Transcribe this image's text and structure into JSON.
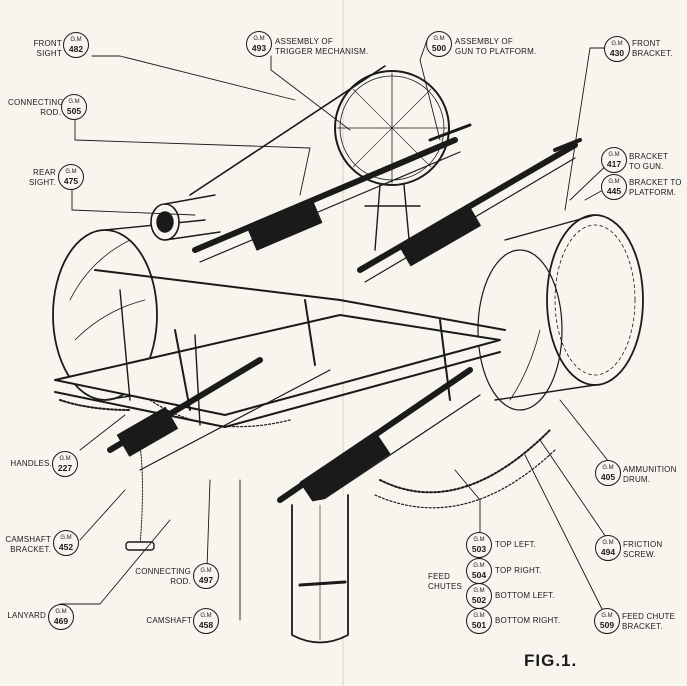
{
  "figure_label": "FIG.1.",
  "callouts": [
    {
      "id": "front-sight-gm",
      "label_lines": [
        "FRONT",
        "SIGHT"
      ],
      "gm": "G.M",
      "num": "482"
    },
    {
      "id": "trigger-mechanism-gm",
      "label_lines": [
        "ASSEMBLY OF",
        "TRIGGER MECHANISM."
      ],
      "gm": "G.M",
      "num": "493"
    },
    {
      "id": "gun-to-platform-gm",
      "label_lines": [
        "ASSEMBLY OF",
        "GUN TO PLATFORM."
      ],
      "gm": "G.M",
      "num": "500"
    },
    {
      "id": "front-bracket-gm",
      "label_lines": [
        "FRONT",
        "BRACKET."
      ],
      "gm": "G.M",
      "num": "430"
    },
    {
      "id": "connecting-rod-top-gm",
      "label_lines": [
        "CONNECTING",
        "ROD."
      ],
      "gm": "G.M",
      "num": "505"
    },
    {
      "id": "rear-sight-gm",
      "label_lines": [
        "REAR",
        "SIGHT."
      ],
      "gm": "G.M",
      "num": "475"
    },
    {
      "id": "bracket-to-gun-gm",
      "label_lines": [
        "BRACKET",
        "TO GUN."
      ],
      "gm": "G.M",
      "num": "417"
    },
    {
      "id": "bracket-to-platform-gm",
      "label_lines": [
        "BRACKET TO",
        "PLATFORM."
      ],
      "gm": "G.M",
      "num": "445"
    },
    {
      "id": "handles-gm",
      "label_lines": [
        "HANDLES."
      ],
      "gm": "G.M",
      "num": "227"
    },
    {
      "id": "ammunition-drum-gm",
      "label_lines": [
        "AMMUNITION",
        "DRUM."
      ],
      "gm": "G.M",
      "num": "405"
    },
    {
      "id": "camshaft-bracket-gm",
      "label_lines": [
        "CAMSHAFT",
        "BRACKET."
      ],
      "gm": "G.M",
      "num": "452"
    },
    {
      "id": "friction-screw-gm",
      "label_lines": [
        "FRICTION",
        "SCREW."
      ],
      "gm": "G.M",
      "num": "494"
    },
    {
      "id": "connecting-rod-bottom-gm",
      "label_lines": [
        "CONNECTING",
        "ROD."
      ],
      "gm": "G.M",
      "num": "497"
    },
    {
      "id": "lanyard-gm",
      "label_lines": [
        "LANYARD"
      ],
      "gm": "G.M",
      "num": "469"
    },
    {
      "id": "camshaft-gm",
      "label_lines": [
        "CAMSHAFT"
      ],
      "gm": "G.M",
      "num": "458"
    },
    {
      "id": "feed-chute-bracket-gm",
      "label_lines": [
        "FEED CHUTE",
        "BRACKET."
      ],
      "gm": "G.M",
      "num": "509"
    }
  ],
  "feed_chutes": {
    "group_label_lines": [
      "FEED",
      "CHUTES"
    ],
    "items": [
      {
        "gm": "G.M",
        "num": "503",
        "label": "TOP LEFT."
      },
      {
        "gm": "G.M",
        "num": "504",
        "label": "TOP RIGHT."
      },
      {
        "gm": "G.M",
        "num": "502",
        "label": "BOTTOM LEFT."
      },
      {
        "gm": "G.M",
        "num": "501",
        "label": "BOTTOM RIGHT."
      }
    ]
  }
}
